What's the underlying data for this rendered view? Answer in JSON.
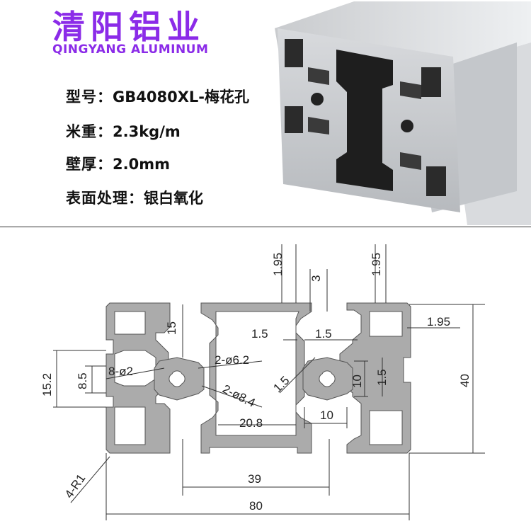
{
  "brand": {
    "name_cn": "清阳铝业",
    "name_en": "QINGYANG ALUMINUM",
    "accent_color": "#8b2be8"
  },
  "specs": [
    {
      "label": "型号：",
      "value": "GB4080XL-梅花孔"
    },
    {
      "label": "米重：",
      "value": "2.3kg/m"
    },
    {
      "label": "壁厚：",
      "value": "2.0mm"
    },
    {
      "label": "表面处理：",
      "value": "银白氧化"
    }
  ],
  "drawing": {
    "dims": {
      "top_left_wall": "1.95",
      "top_slot": "3",
      "top_right_wall": "1.95",
      "right_wall": "1.95",
      "h15": "15",
      "w1_5_left": "1.5",
      "w1_5_right": "1.5",
      "h15_2": "15.2",
      "h8_5": "8.5",
      "holes_small": "8-ø2",
      "holes_mid": "2-ø6.2",
      "holes_big": "2-ø8.4",
      "diag1_5": "1.5",
      "h10": "10",
      "h1_5": "1.5",
      "w10": "10",
      "w20_8": "20.8",
      "height40": "40",
      "radius": "4-R1",
      "w39": "39",
      "width80": "80"
    }
  }
}
